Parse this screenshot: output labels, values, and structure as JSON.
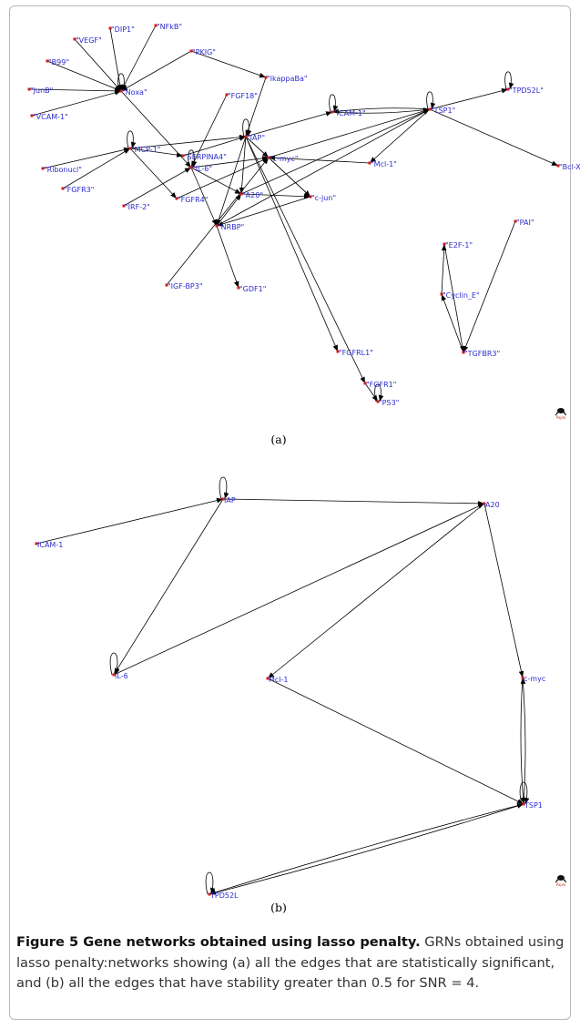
{
  "panel_a": {
    "label": "(a)",
    "nodes": [
      {
        "id": "nfkb",
        "label": "\"NFkB\""
      },
      {
        "id": "dip1",
        "label": "\"DIP1\""
      },
      {
        "id": "vegf",
        "label": "\"VEGF\""
      },
      {
        "id": "b99",
        "label": "\"B99\""
      },
      {
        "id": "pkig",
        "label": "\"PKIG\""
      },
      {
        "id": "junb",
        "label": "\"JunB\""
      },
      {
        "id": "noxa",
        "label": "\"Noxa\""
      },
      {
        "id": "ikappaba",
        "label": "\"IkappaBa\""
      },
      {
        "id": "vcam1",
        "label": "\"VCAM-1\""
      },
      {
        "id": "fgf18",
        "label": "\"FGF18\""
      },
      {
        "id": "tpd52l",
        "label": "\"TPD52L\""
      },
      {
        "id": "icam1",
        "label": "\"ICAM-1\""
      },
      {
        "id": "tsp1",
        "label": "\"TSP1\""
      },
      {
        "id": "iap",
        "label": "\"IAP\""
      },
      {
        "id": "mcp1",
        "label": "\"MCP-1\""
      },
      {
        "id": "serpina4",
        "label": "\"SERPINA4\""
      },
      {
        "id": "il6",
        "label": "\"IL-6\""
      },
      {
        "id": "ribonucl",
        "label": "\"Ribonucl\""
      },
      {
        "id": "cmyc",
        "label": "\"c-myc\""
      },
      {
        "id": "mcl1",
        "label": "\"Mcl-1\""
      },
      {
        "id": "bclxl",
        "label": "\"Bcl-XL\""
      },
      {
        "id": "fgfr3",
        "label": "\"FGFR3\""
      },
      {
        "id": "fgfr4",
        "label": "\"FGFR4\""
      },
      {
        "id": "a20",
        "label": "\"A20\""
      },
      {
        "id": "cjun",
        "label": "\"c-jun\""
      },
      {
        "id": "irf2",
        "label": "\"IRF-2\""
      },
      {
        "id": "nrbp",
        "label": "\"NRBP\""
      },
      {
        "id": "pai",
        "label": "\"PAI\""
      },
      {
        "id": "e2f1",
        "label": "\"E2F-1\""
      },
      {
        "id": "igfbp3",
        "label": "\"IGF-BP3\""
      },
      {
        "id": "gdf1",
        "label": "\"GDF1\""
      },
      {
        "id": "cycline",
        "label": "\"Cyclin_E\""
      },
      {
        "id": "fgfrl1",
        "label": "\"FGFRL1\""
      },
      {
        "id": "tgfbr3",
        "label": "\"TGFBR3\""
      },
      {
        "id": "fgfr1",
        "label": "\"FGFR1\""
      },
      {
        "id": "p53",
        "label": "\"P53\""
      }
    ],
    "edges": [
      [
        "vegf",
        "noxa"
      ],
      [
        "dip1",
        "noxa"
      ],
      [
        "nfkb",
        "noxa"
      ],
      [
        "b99",
        "noxa"
      ],
      [
        "junb",
        "noxa"
      ],
      [
        "vcam1",
        "noxa"
      ],
      [
        "pkig",
        "noxa"
      ],
      [
        "noxa",
        "il6"
      ],
      [
        "pkig",
        "ikappaba"
      ],
      [
        "ikappaba",
        "iap"
      ],
      [
        "fgf18",
        "il6"
      ],
      [
        "iap",
        "icam1"
      ],
      [
        "icam1",
        "tsp1"
      ],
      [
        "tsp1",
        "icam1"
      ],
      [
        "tsp1",
        "tpd52l"
      ],
      [
        "tsp1",
        "bclxl"
      ],
      [
        "tsp1",
        "mcl1"
      ],
      [
        "ribonucl",
        "mcp1"
      ],
      [
        "fgfr3",
        "mcp1"
      ],
      [
        "mcp1",
        "serpina4"
      ],
      [
        "mcp1",
        "fgfr4"
      ],
      [
        "mcp1",
        "iap"
      ],
      [
        "irf2",
        "il6"
      ],
      [
        "il6",
        "cmyc"
      ],
      [
        "il6",
        "a20"
      ],
      [
        "il6",
        "nrbp"
      ],
      [
        "serpina4",
        "iap"
      ],
      [
        "iap",
        "a20"
      ],
      [
        "iap",
        "cmyc"
      ],
      [
        "iap",
        "cjun"
      ],
      [
        "iap",
        "fgfrl1"
      ],
      [
        "iap",
        "fgfr1"
      ],
      [
        "iap",
        "nrbp"
      ],
      [
        "cmyc",
        "tsp1"
      ],
      [
        "a20",
        "tsp1"
      ],
      [
        "nrbp",
        "tsp1"
      ],
      [
        "mcl1",
        "cmyc"
      ],
      [
        "fgfr4",
        "cmyc"
      ],
      [
        "cmyc",
        "cjun"
      ],
      [
        "cjun",
        "nrbp"
      ],
      [
        "a20",
        "cjun"
      ],
      [
        "nrbp",
        "a20"
      ],
      [
        "igfbp3",
        "cmyc"
      ],
      [
        "nrbp",
        "gdf1"
      ],
      [
        "e2f1",
        "tgfbr3"
      ],
      [
        "cycline",
        "e2f1"
      ],
      [
        "tgfbr3",
        "cycline"
      ],
      [
        "pai",
        "tgfbr3"
      ],
      [
        "fgfr1",
        "p53"
      ]
    ],
    "self_loops": [
      "noxa",
      "icam1",
      "tsp1",
      "tpd52l",
      "iap",
      "mcp1",
      "il6",
      "p53"
    ]
  },
  "panel_b": {
    "label": "(b)",
    "nodes": [
      {
        "id": "iap",
        "label": "IAP"
      },
      {
        "id": "a20",
        "label": "A20"
      },
      {
        "id": "icam1",
        "label": "ICAM-1"
      },
      {
        "id": "il6",
        "label": "IL-6"
      },
      {
        "id": "mcl1",
        "label": "Mcl-1"
      },
      {
        "id": "cmyc",
        "label": "c-myc"
      },
      {
        "id": "tsp1",
        "label": "TSP1"
      },
      {
        "id": "tpd52l",
        "label": "TPD52L"
      }
    ],
    "edges": [
      [
        "icam1",
        "iap"
      ],
      [
        "iap",
        "a20"
      ],
      [
        "iap",
        "il6"
      ],
      [
        "il6",
        "a20"
      ],
      [
        "a20",
        "mcl1"
      ],
      [
        "a20",
        "cmyc"
      ],
      [
        "cmyc",
        "tsp1"
      ],
      [
        "tsp1",
        "cmyc"
      ],
      [
        "mcl1",
        "tsp1"
      ],
      [
        "tsp1",
        "tpd52l"
      ],
      [
        "tpd52l",
        "tsp1"
      ]
    ],
    "self_loops": [
      "iap",
      "il6",
      "tsp1",
      "tpd52l"
    ]
  },
  "logo_text": "Pajek",
  "caption": {
    "bold": "Figure 5 Gene networks obtained using lasso penalty.",
    "text": " GRNs obtained using lasso penalty:networks showing (a) all the edges that are statistically significant, and (b) all the edges that have stability greater than 0.5 for SNR = 4."
  }
}
